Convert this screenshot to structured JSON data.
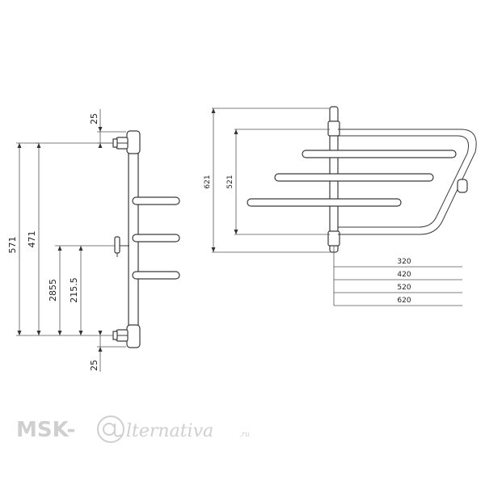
{
  "front_view": {
    "dims": {
      "top_offset": "25",
      "bottom_offset": "25",
      "total_height": "571",
      "pipe_spacing": "471",
      "valve_height_a": "2855",
      "valve_height_b": "215.5"
    }
  },
  "side_view": {
    "dims": {
      "height_outer": "621",
      "height_inner": "521",
      "depth_1": "320",
      "depth_2": "420",
      "depth_3": "520",
      "depth_4": "620"
    }
  },
  "watermark": {
    "prefix": "MSK-",
    "script": "lternativa",
    "tld": ".ru"
  }
}
